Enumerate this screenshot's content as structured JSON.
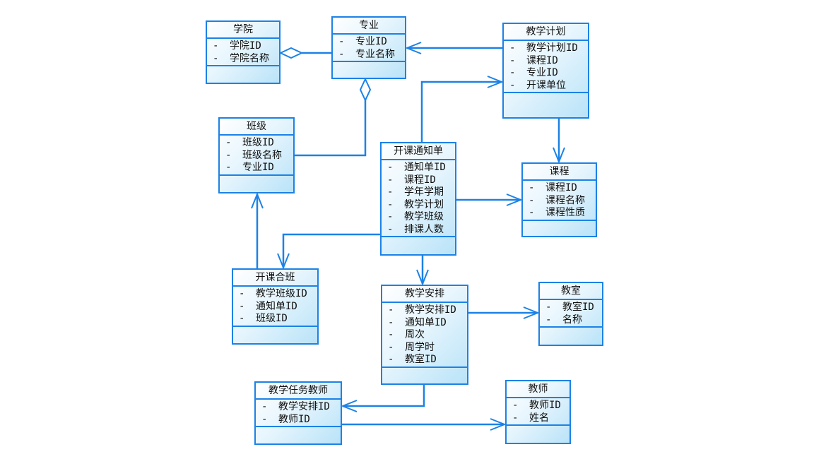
{
  "title": "UML class diagram",
  "colors": {
    "line": "#1c82e6",
    "fill_light": "#ffffff",
    "fill_dark": "#b9e3f8"
  },
  "classes": [
    {
      "id": "xueyuan",
      "name": "学院",
      "attrs": [
        "学院ID",
        "学院名称"
      ]
    },
    {
      "id": "zhuanye",
      "name": "专业",
      "attrs": [
        "专业ID",
        "专业名称"
      ]
    },
    {
      "id": "jiaoxuejihua",
      "name": "教学计划",
      "attrs": [
        "教学计划ID",
        "课程ID",
        "专业ID",
        "开课单位"
      ]
    },
    {
      "id": "banji",
      "name": "班级",
      "attrs": [
        "班级ID",
        "班级名称",
        "专业ID"
      ]
    },
    {
      "id": "kaiketongzhidan",
      "name": "开课通知单",
      "attrs": [
        "通知单ID",
        "课程ID",
        "学年学期",
        "教学计划",
        "教学班级",
        "排课人数"
      ]
    },
    {
      "id": "kecheng",
      "name": "课程",
      "attrs": [
        "课程ID",
        "课程名称",
        "课程性质"
      ]
    },
    {
      "id": "kaikeheban",
      "name": "开课合班",
      "attrs": [
        "教学班级ID",
        "通知单ID",
        "班级ID"
      ]
    },
    {
      "id": "jiaoxueanpai",
      "name": "教学安排",
      "attrs": [
        "教学安排ID",
        "通知单ID",
        "周次",
        "周学时",
        "教室ID"
      ]
    },
    {
      "id": "jiaoshi_room",
      "name": "教室",
      "attrs": [
        "教室ID",
        "名称"
      ]
    },
    {
      "id": "renwujiaoshi",
      "name": "教学任务教师",
      "attrs": [
        "教学安排ID",
        "教师ID"
      ]
    },
    {
      "id": "jiaoshi",
      "name": "教师",
      "attrs": [
        "教师ID",
        "姓名"
      ]
    }
  ],
  "dash": "-"
}
